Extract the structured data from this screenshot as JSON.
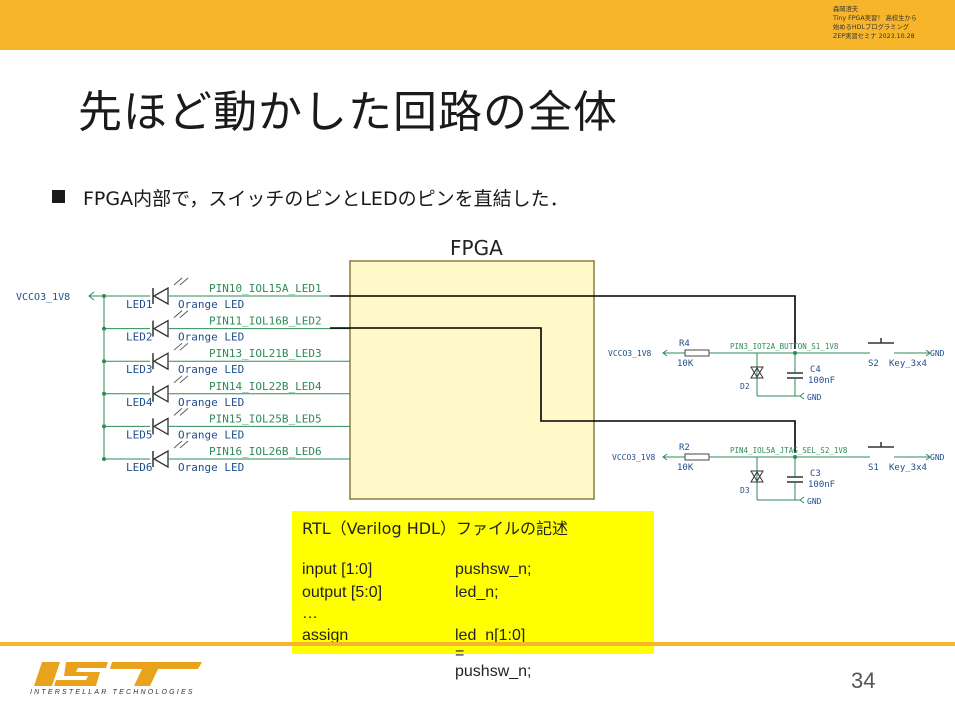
{
  "header": {
    "note_lines": [
      "森岡澄夫",
      "Tiny FPGA実習！ 高校生から",
      "始めるHDLプログラミング",
      "ZEP実習セミナ 2023.10.28"
    ]
  },
  "slide": {
    "title": "先ほど動かした回路の全体",
    "bullet": "FPGA内部で，スイッチのピンとLEDのピンを直結した．",
    "page_number": "34"
  },
  "schematic": {
    "fpga_label": "FPGA",
    "vcc_left": "VCCO3_1V8",
    "leds": [
      {
        "ref": "LED1",
        "value": "Orange LED",
        "net": "PIN10_IOL15A_LED1"
      },
      {
        "ref": "LED2",
        "value": "Orange LED",
        "net": "PIN11_IOL16B_LED2"
      },
      {
        "ref": "LED3",
        "value": "Orange LED",
        "net": "PIN13_IOL21B_LED3"
      },
      {
        "ref": "LED4",
        "value": "Orange LED",
        "net": "PIN14_IOL22B_LED4"
      },
      {
        "ref": "LED5",
        "value": "Orange LED",
        "net": "PIN15_IOL25B_LED5"
      },
      {
        "ref": "LED6",
        "value": "Orange LED",
        "net": "PIN16_IOL26B_LED6"
      }
    ],
    "switches": [
      {
        "vcc": "VCCO3_1V8",
        "res_ref": "R4",
        "res_val": "10K",
        "diode": "D2",
        "net": "PIN3_IOT2A_BUTTON_S1_1V8",
        "cap_ref": "C4",
        "cap_val": "100nF",
        "gnd": "GND",
        "sw_ref": "S2",
        "sw_val": "Key_3x4",
        "sw_gnd": "GND"
      },
      {
        "vcc": "VCCO3_1V8",
        "res_ref": "R2",
        "res_val": "10K",
        "diode": "D3",
        "net": "PIN4_IOL5A_JTAG_SEL_S2_1V8",
        "cap_ref": "C3",
        "cap_val": "100nF",
        "gnd": "GND",
        "sw_ref": "S1",
        "sw_val": "Key_3x4",
        "sw_gnd": "GND"
      }
    ]
  },
  "rtl": {
    "title": "RTL（Verilog HDL）ファイルの記述",
    "lines": [
      {
        "a": "input    [1:0]",
        "b": "pushsw_n;"
      },
      {
        "a": "output [5:0]",
        "b": "led_n;"
      },
      {
        "a": "…",
        "b": ""
      },
      {
        "a": "assign",
        "b": "led_n[1:0]    = pushsw_n;"
      }
    ]
  },
  "logo": {
    "tagline": "INTERSTELLAR TECHNOLOGIES"
  },
  "colors": {
    "accent": "#f7b52b",
    "highlight": "#ffff00",
    "fpga_fill": "#fff8c8",
    "schematic_green": "#2e8b57",
    "schematic_blue": "#1f4e8c",
    "wire": "#000000"
  }
}
